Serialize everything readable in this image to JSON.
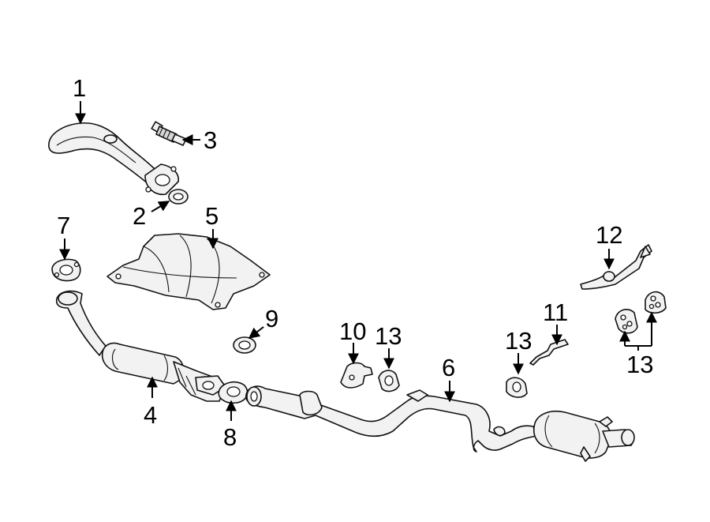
{
  "callouts": [
    {
      "id": "1",
      "label": "1"
    },
    {
      "id": "2",
      "label": "2"
    },
    {
      "id": "3",
      "label": "3"
    },
    {
      "id": "4",
      "label": "4"
    },
    {
      "id": "5",
      "label": "5"
    },
    {
      "id": "6",
      "label": "6"
    },
    {
      "id": "7",
      "label": "7"
    },
    {
      "id": "8",
      "label": "8"
    },
    {
      "id": "9",
      "label": "9"
    },
    {
      "id": "10",
      "label": "10"
    },
    {
      "id": "11",
      "label": "11"
    },
    {
      "id": "12",
      "label": "12"
    },
    {
      "id": "13a",
      "label": "13"
    },
    {
      "id": "13b",
      "label": "13"
    },
    {
      "id": "13c",
      "label": "13"
    }
  ]
}
